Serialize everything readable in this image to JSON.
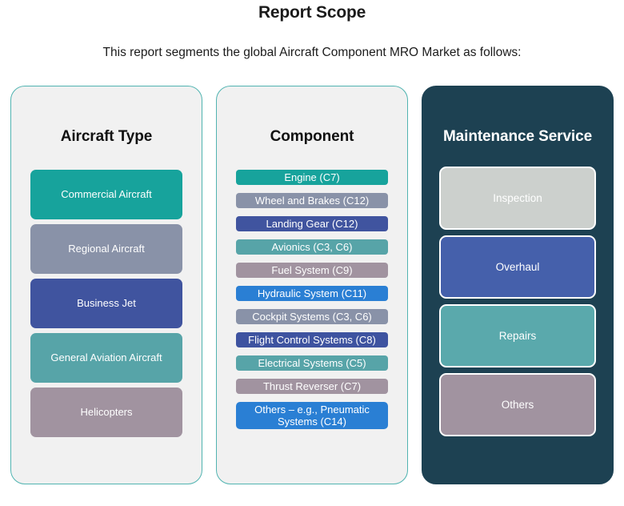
{
  "header": {
    "title": "Report Scope",
    "subtitle": "This report segments the global Aircraft Component MRO Market as follows:"
  },
  "theme": {
    "panel_light_bg": "#f1f1f1",
    "panel_light_border": "#51b4b1",
    "panel_dark_bg": "#1d4152",
    "page_bg": "#ffffff",
    "title_color": "#1b1b1b"
  },
  "columns": [
    {
      "id": "aircraft-type",
      "title": "Aircraft Type",
      "style": "light",
      "items": [
        {
          "label": "Commercial Aircraft",
          "color": "#17a39c"
        },
        {
          "label": "Regional Aircraft",
          "color": "#8992a8"
        },
        {
          "label": "Business Jet",
          "color": "#40549f"
        },
        {
          "label": "General Aviation Aircraft",
          "color": "#57a4a8"
        },
        {
          "label": "Helicopters",
          "color": "#a193a0"
        }
      ]
    },
    {
      "id": "component",
      "title": "Component",
      "style": "light",
      "items": [
        {
          "label": "Engine (C7)",
          "color": "#17a39c"
        },
        {
          "label": "Wheel and Brakes (C12)",
          "color": "#8992a8"
        },
        {
          "label": "Landing Gear (C12)",
          "color": "#40549f"
        },
        {
          "label": "Avionics (C3, C6)",
          "color": "#57a4a8"
        },
        {
          "label": "Fuel System (C9)",
          "color": "#a193a0"
        },
        {
          "label": "Hydraulic System (C11)",
          "color": "#2a7fd4"
        },
        {
          "label": "Cockpit Systems (C3, C6)",
          "color": "#8992a8"
        },
        {
          "label": "Flight Control Systems (C8)",
          "color": "#3e53a0"
        },
        {
          "label": "Electrical Systems (C5)",
          "color": "#57a4a8"
        },
        {
          "label": "Thrust Reverser (C7)",
          "color": "#a193a0"
        },
        {
          "label": "Others – e.g., Pneumatic Systems (C14)",
          "color": "#2a7fd4",
          "two_line": true
        }
      ]
    },
    {
      "id": "maintenance-service",
      "title": "Maintenance Service",
      "style": "dark",
      "items": [
        {
          "label": "Inspection",
          "color": "#ccd0cd"
        },
        {
          "label": "Overhaul",
          "color": "#4560ab"
        },
        {
          "label": "Repairs",
          "color": "#5aa9ac"
        },
        {
          "label": "Others",
          "color": "#a193a0"
        }
      ]
    }
  ]
}
